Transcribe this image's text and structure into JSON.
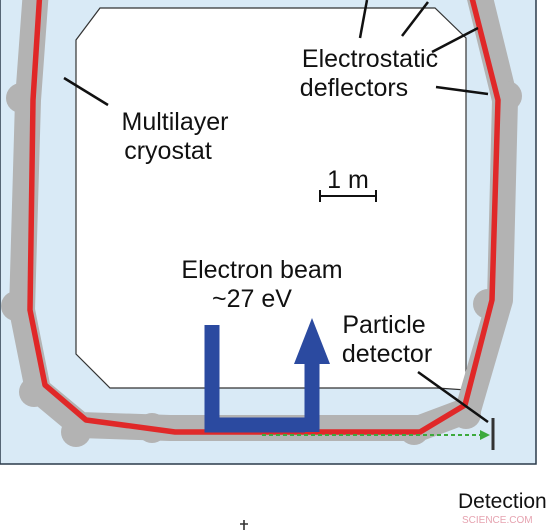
{
  "labels": {
    "deflectors_line1": "Electrostatic",
    "deflectors_line2": "deflectors",
    "cryostat_line1": "Multilayer",
    "cryostat_line2": "cryostat",
    "scale": "1 m",
    "beam_line1": "Electron beam",
    "beam_line2": "~27 eV",
    "detector_line1": "Particle",
    "detector_line2": "detector",
    "detection": "Detection"
  },
  "watermark": "SCIENCE.COM",
  "colors": {
    "panel_bg": "#d9eaf6",
    "panel_border": "#2a3a4a",
    "inner_bg": "#ffffff",
    "cryostat_gray": "#b3b3b3",
    "beam_red": "#e02828",
    "electron_blue": "#2b4aa0",
    "green_path": "#3daa3d",
    "leader_line": "#111111"
  }
}
